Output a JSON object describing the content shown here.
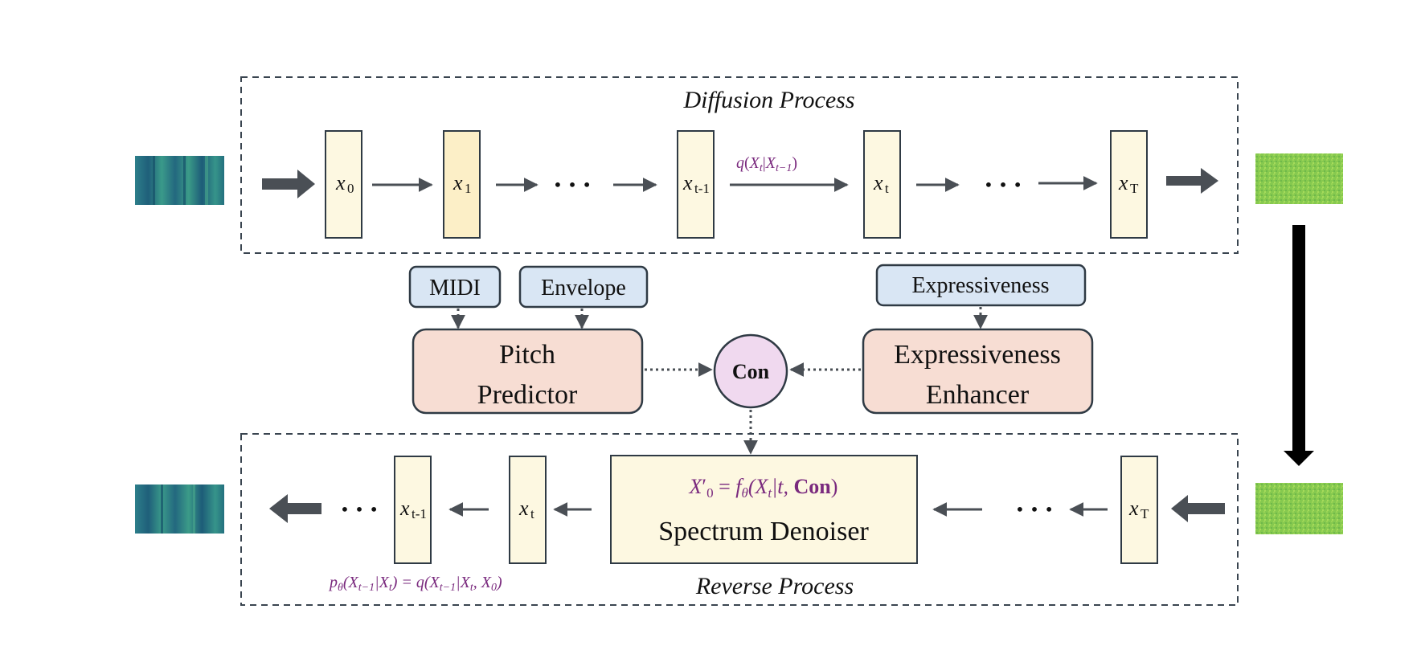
{
  "diffusion": {
    "title": "Diffusion Process",
    "nodes": [
      {
        "base": "x",
        "sub": "0"
      },
      {
        "base": "x",
        "sub": "1"
      },
      {
        "base": "x",
        "sub": "t-1"
      },
      {
        "base": "x",
        "sub": "t"
      },
      {
        "base": "x",
        "sub": "T"
      }
    ],
    "ellipsis": "• • •",
    "q_label": {
      "q": "q",
      "open": "(",
      "X1": "X",
      "t1": "t",
      "bar": "|",
      "X2": "X",
      "t2": "t−1",
      "close": ")"
    }
  },
  "conditions": {
    "midi": "MIDI",
    "envelope": "Envelope",
    "expressiveness": "Expressiveness"
  },
  "modules": {
    "pitch_line1": "Pitch",
    "pitch_line2": "Predictor",
    "enh_line1": "Expressiveness",
    "enh_line2": "Enhancer",
    "con": "Con"
  },
  "reverse": {
    "title": "Reverse Process",
    "nodes": [
      {
        "base": "x",
        "sub": "t-1"
      },
      {
        "base": "x",
        "sub": "t"
      },
      {
        "base": "x",
        "sub": "T"
      }
    ],
    "ellipsis": "• • •",
    "denoiser_label": "Spectrum Denoiser",
    "denoiser_formula": {
      "lhs": "X",
      "prime": "′",
      "sub0": "0",
      "eq": " = ",
      "f": "f",
      "theta": "θ",
      "args": "(X",
      "t": "t",
      "rest": "|t, ",
      "con": "Con",
      "close": ")"
    },
    "p_formula": {
      "p": "p",
      "theta": "θ",
      "a1": "(X",
      "s1": "t−1",
      "a2": "|X",
      "s2": "t",
      "a3": ") = q(X",
      "s3": "t−1",
      "a4": "|X",
      "s4": "t",
      "a5": ", X",
      "s5": "0",
      "a6": ")"
    }
  },
  "colors": {
    "node_fill": "#fdf8e1",
    "node_fill_highlight": "#fcefc7",
    "condition_fill": "#d9e6f4",
    "module_fill": "#f7ddd3",
    "con_fill": "#f0d9ef",
    "arrow_gray": "#4a4f55",
    "formula_purple": "#7a2a7e",
    "spec_clean": "#2f8a8a",
    "spec_noise": "#86c94f"
  }
}
